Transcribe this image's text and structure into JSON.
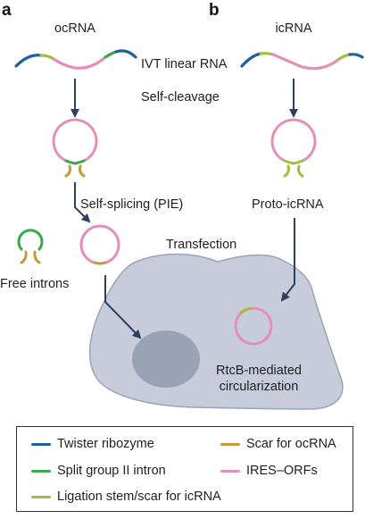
{
  "panels": {
    "a": {
      "letter": "a",
      "title": "ocRNA"
    },
    "b": {
      "letter": "b",
      "title": "icRNA"
    }
  },
  "labels": {
    "ivt": "IVT linear RNA",
    "self_cleavage": "Self-cleavage",
    "self_splicing": "Self-splicing (PIE)",
    "proto": "Proto-icRNA",
    "free_introns": "Free introns",
    "transfection": "Transfection",
    "rtcb_line1": "RtcB-mediated",
    "rtcb_line2": "circularization"
  },
  "legend": {
    "twister": {
      "label": "Twister ribozyme",
      "color": "#1f5fa0"
    },
    "split_intron": {
      "label": "Split group II intron",
      "color": "#3aa84a"
    },
    "ligation": {
      "label": "Ligation stem/scar for icRNA",
      "color": "#a9bb3f"
    },
    "scar_ocrna": {
      "label": "Scar for ocRNA",
      "color": "#c69a3a"
    },
    "ires_orfs": {
      "label": "IRES–ORFs",
      "color": "#e58fb8"
    }
  },
  "colors": {
    "arrow": "#2e4060",
    "cell_fill": "#c6ccd9",
    "cell_stroke": "#9aa4b8",
    "nucleus_fill": "#9aa3b5"
  }
}
